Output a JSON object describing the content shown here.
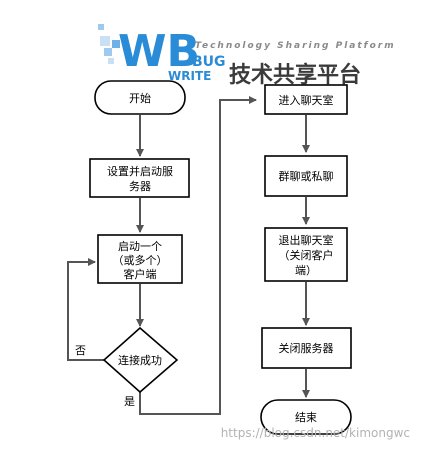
{
  "watermark": {
    "logo_letters": "WB",
    "logo_bug": "BUG",
    "logo_write": "WRITE",
    "tagline": "Technology Sharing Platform",
    "brand": "技术共享平台"
  },
  "nodes": {
    "start": "开始",
    "setup": [
      "设置并启动服",
      "务器"
    ],
    "clients": [
      "启动一个",
      "（或多个）",
      "客户端"
    ],
    "decision": "连接成功",
    "enter": "进入聊天室",
    "chat": "群聊或私聊",
    "exit": [
      "退出聊天室",
      "（关闭客户",
      "端）"
    ],
    "close": "关闭服务器",
    "end": "结束"
  },
  "edges": {
    "no": "否",
    "yes": "是"
  },
  "footer": "https://blog.csdn.net/kimongwc",
  "colors": {
    "box_fill": "#ffffff",
    "box_stroke": "#000000",
    "arrow": "#555555",
    "logo_blue": "#2a8bd6",
    "logo_light": "#9fc9ee"
  }
}
